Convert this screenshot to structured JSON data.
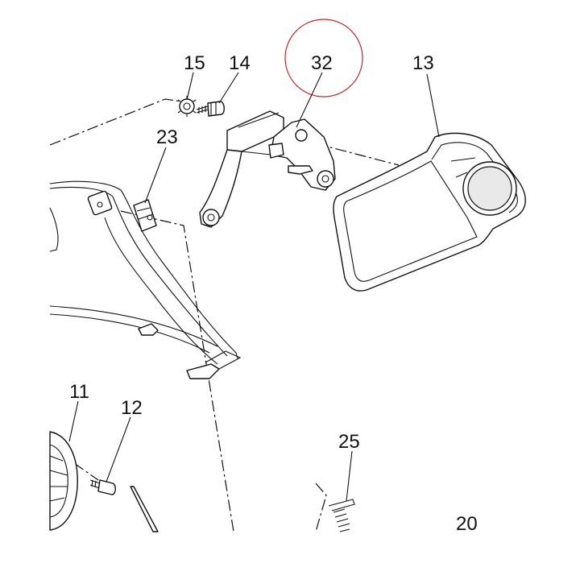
{
  "diagram": {
    "callouts": [
      {
        "id": "c15",
        "label": "15"
      },
      {
        "id": "c14",
        "label": "14"
      },
      {
        "id": "c32",
        "label": "32"
      },
      {
        "id": "c13",
        "label": "13"
      },
      {
        "id": "c23",
        "label": "23"
      },
      {
        "id": "c11",
        "label": "11"
      },
      {
        "id": "c12",
        "label": "12"
      },
      {
        "id": "c25",
        "label": "25"
      },
      {
        "id": "c20",
        "label": "20"
      }
    ],
    "highlight_circle_color": "#c0282d",
    "line_color": "#111111"
  }
}
